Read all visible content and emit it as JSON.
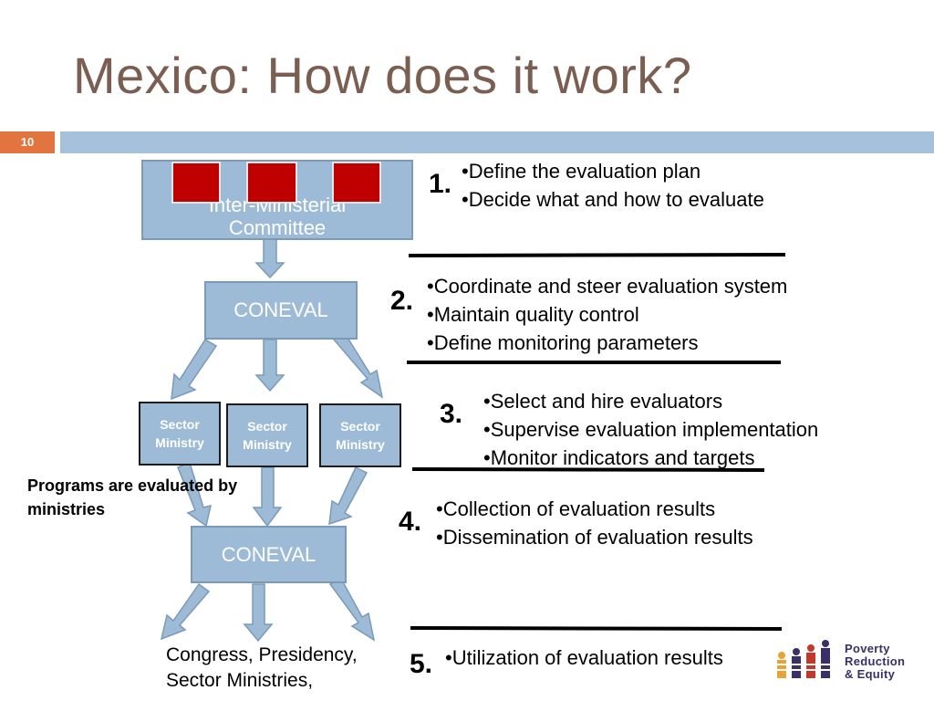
{
  "slide": {
    "title": "Mexico: How does it work?",
    "number": "10"
  },
  "boxes": {
    "committee_line1": "Inter-Ministerial",
    "committee_line2": "Committee",
    "coneval_top": "CONEVAL",
    "ministry_word1": "Sector",
    "ministry_word2": "Ministry",
    "coneval_bottom": "CONEVAL"
  },
  "notes": {
    "programs_line1": "Programs are evaluated by",
    "programs_line2": "ministries",
    "recipients_line1": "Congress, Presidency,",
    "recipients_line2": "Sector Ministries,"
  },
  "steps": [
    {
      "number": "1.",
      "bullets": [
        "•Define the evaluation plan",
        "•Decide what and how to evaluate"
      ]
    },
    {
      "number": "2.",
      "bullets": [
        "•Coordinate and steer evaluation system",
        "•Maintain quality control",
        "•Define monitoring parameters"
      ]
    },
    {
      "number": "3.",
      "bullets": [
        "•Select and hire evaluators",
        "•Supervise evaluation implementation",
        "•Monitor indicators and targets"
      ]
    },
    {
      "number": "4.",
      "bullets": [
        "•Collection of evaluation results",
        "•Dissemination of evaluation results"
      ]
    },
    {
      "number": "5.",
      "bullets": [
        "•Utilization of evaluation results"
      ]
    }
  ],
  "logo": {
    "line1": "Poverty",
    "line2": "Reduction",
    "line3": "& Equity"
  },
  "colors": {
    "title": "#7a5e52",
    "accent_orange": "#e2743f",
    "box_fill": "#9dbbd6",
    "red_block": "#c00000"
  }
}
